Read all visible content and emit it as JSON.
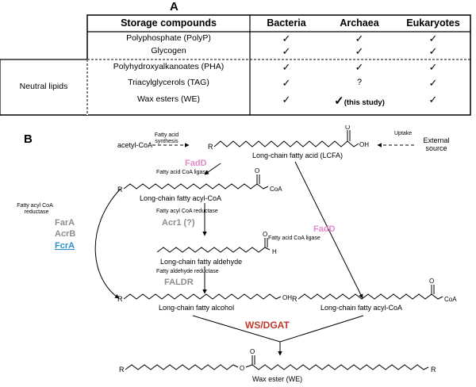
{
  "panels": {
    "a": "A",
    "b": "B"
  },
  "table": {
    "headers": [
      "Storage compounds",
      "Bacteria",
      "Archaea",
      "Eukaryotes"
    ],
    "group_label": "Neutral lipids",
    "rows": [
      {
        "compound": "Polyphosphate (PolyP)",
        "bacteria": "✓",
        "archaea": "✓",
        "eukaryotes": "✓"
      },
      {
        "compound": "Glycogen",
        "bacteria": "✓",
        "archaea": "✓",
        "eukaryotes": "✓"
      },
      {
        "compound": "Polyhydroxyalkanoates (PHA)",
        "bacteria": "✓",
        "archaea": "✓",
        "eukaryotes": "✓"
      },
      {
        "compound": "Triacylglycerols (TAG)",
        "bacteria": "✓",
        "archaea": "?",
        "eukaryotes": "✓"
      },
      {
        "compound": "Wax esters (WE)",
        "bacteria": "✓",
        "archaea": "✓",
        "archaea_note": "(this study)",
        "eukaryotes": "✓"
      }
    ]
  },
  "pathway": {
    "acetyl_coa": "acetyl-CoA",
    "fa_synthesis": [
      "Fatty acid",
      "synthesis"
    ],
    "uptake": "Uptake",
    "external_source": [
      "External",
      "source"
    ],
    "lcfa": "Long-chain fatty acid (LCFA)",
    "fadd": "FadD",
    "fa_coa_ligase": "Fatty acid CoA ligase",
    "acyl_coa": "Long-chain fatty acyl-CoA",
    "acyl_coa_reductase_1": "Fatty acyl CoA reductase",
    "acr1": "Acr1 (?)",
    "aldehyde": "Long-chain fatty aldehyde",
    "aldehyde_reductase": "Fatty aldehyde reductase",
    "faldr": "FALDR",
    "alcohol": "Long-chain fatty alcohol",
    "side_reductase": [
      "Fatty acyl CoA",
      "reductase"
    ],
    "far_a": "FarA",
    "acr_b": "AcrB",
    "fcr_a": "FcrA",
    "fadd_right": "FadD",
    "fa_coa_ligase_right": "Fatty acid CoA ligase",
    "acyl_coa_right": "Long-chain fatty acyl-CoA",
    "ws_dgat": "WS/DGAT",
    "wax_ester": "Wax ester (WE)",
    "r": "R",
    "o": "O",
    "oh": "OH",
    "h": "H",
    "coa": "CoA"
  },
  "colors": {
    "fadd": "#e58ac8",
    "enzyme_gray": "#8c8c8c",
    "fcra": "#2a8fc9",
    "ws_dgat": "#c0392b"
  }
}
